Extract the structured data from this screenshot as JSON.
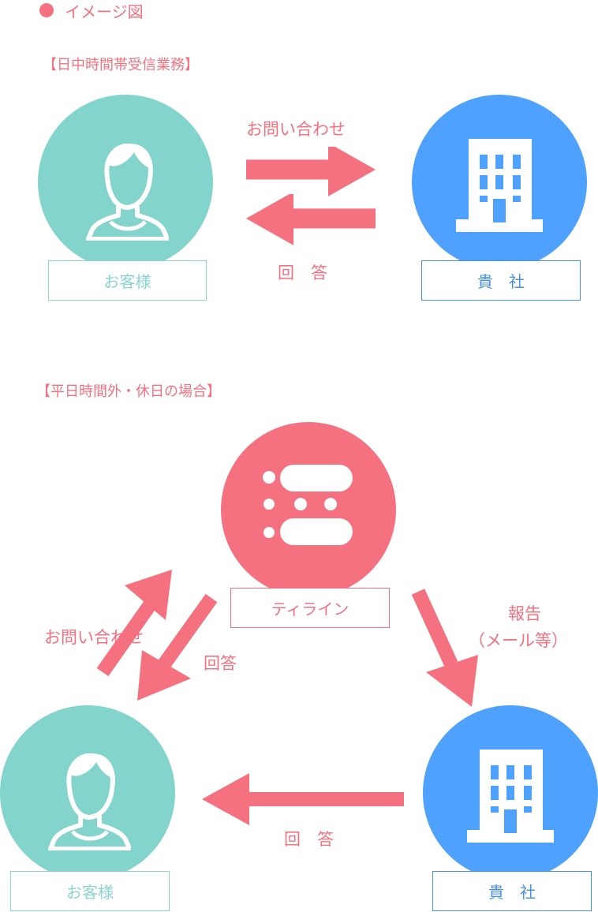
{
  "colors": {
    "pink": "#f6717f",
    "teal": "#83d4cc",
    "blue": "#4ea1fc",
    "tealText": "#8ad5cc",
    "blueText": "#4a90e2",
    "white": "#ffffff"
  },
  "header": {
    "title": "イメージ図"
  },
  "section1": {
    "label": "【日中時間帯受信業務】",
    "customer_label": "お客様",
    "company_label": "貴　社",
    "inquiry_text": "お問い合わせ",
    "answer_text": "回　答"
  },
  "section2": {
    "label": "【平日時間外・休日の場合】",
    "teeline_label": "ティライン",
    "customer_label": "お客様",
    "company_label": "貴　社",
    "inquiry_text": "お問い合わせ",
    "answer_text_left": "回答",
    "report_text_line1": "報告",
    "report_text_line2": "（メール等）",
    "answer_text_bottom": "回　答"
  },
  "icons": {
    "customer": "person-icon",
    "company": "building-icon",
    "teeline": "speech-bubbles-icon"
  }
}
